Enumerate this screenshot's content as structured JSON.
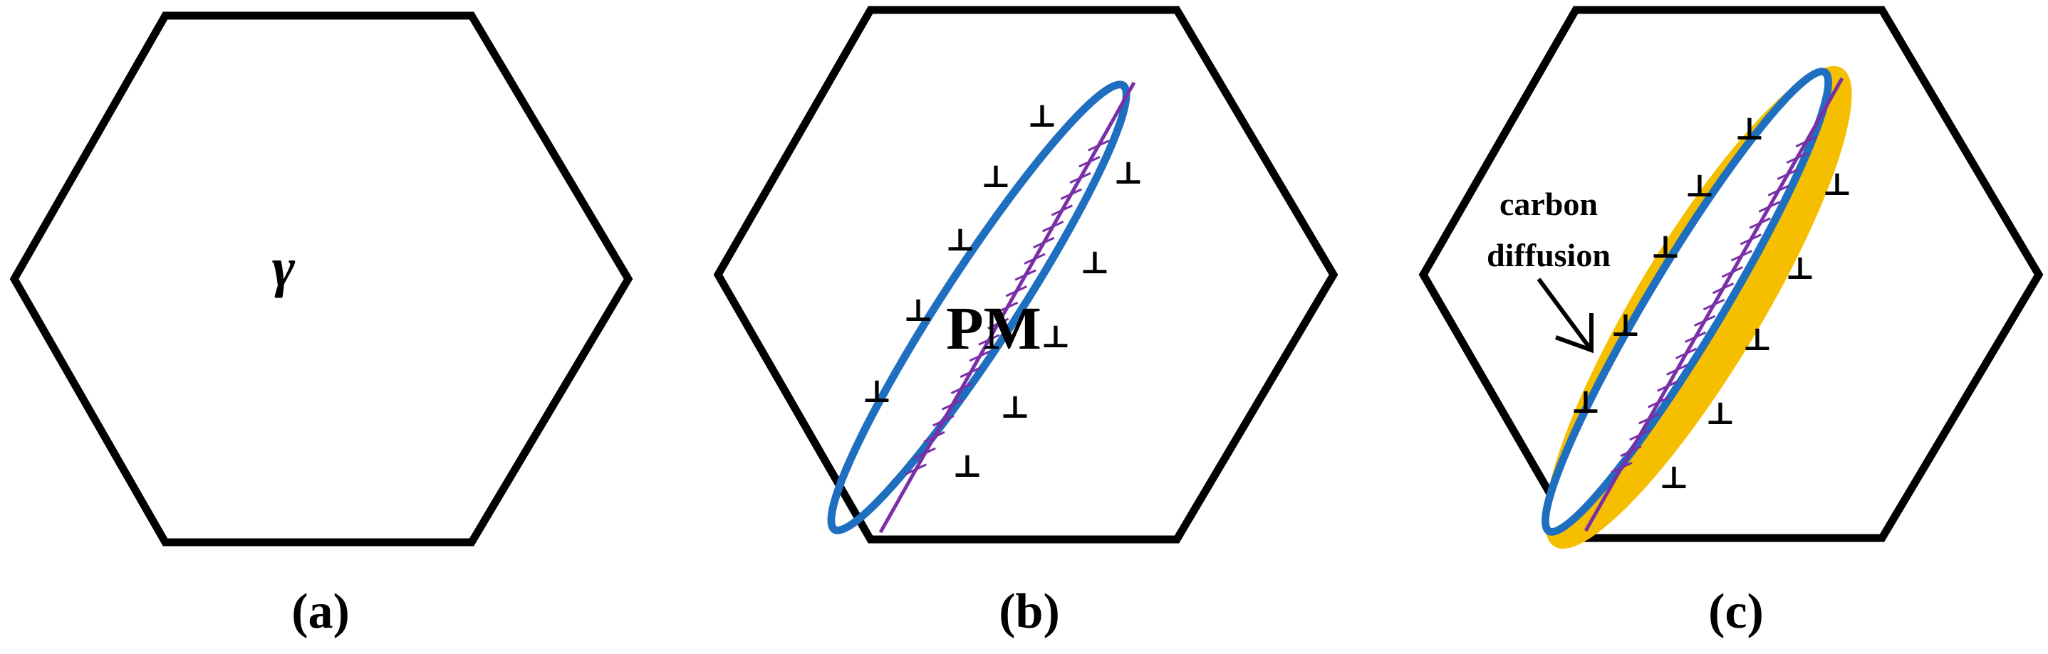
{
  "panels": [
    {
      "caption": "(a)",
      "phase_label": "γ"
    },
    {
      "caption": "(b)",
      "martensite_label": "PM"
    },
    {
      "caption": "(c)",
      "annotation_line1": "carbon",
      "annotation_line2": "diffusion"
    }
  ],
  "symbols": {
    "dislocation": "⊥"
  },
  "colors": {
    "grain_outline": "#000000",
    "plate_outline": "#1f6fc0",
    "midrib": "#7a2fa6",
    "carbon_zone": "#f5bf00"
  }
}
